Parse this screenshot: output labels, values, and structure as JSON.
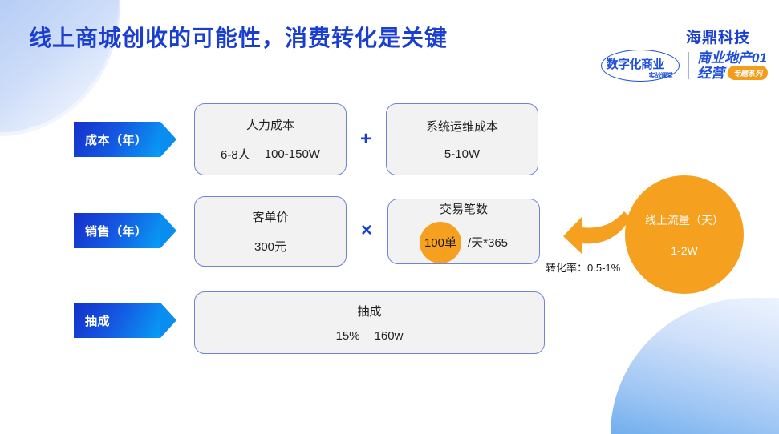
{
  "header": {
    "title": "线上商城创收的可能性，消费转化是关键",
    "brand": "海鼎科技",
    "logo": {
      "oval_main": "数字化商业",
      "oval_sub": "实战课堂",
      "right_line1": "商业地产01",
      "right_line2": "经营",
      "pill": "专题系列"
    }
  },
  "rows": [
    {
      "label": "成本（年）",
      "operator": "+",
      "boxes": [
        {
          "head": "人力成本",
          "values": [
            "6-8人",
            "100-150W"
          ]
        },
        {
          "head": "系统运维成本",
          "values": [
            "5-10W"
          ]
        }
      ]
    },
    {
      "label": "销售（年）",
      "operator": "×",
      "boxes": [
        {
          "head": "客单价",
          "values": [
            "300元"
          ]
        },
        {
          "head": "交易笔数",
          "badge": "100单",
          "values": [
            "/天*365"
          ]
        }
      ]
    },
    {
      "label": "抽成",
      "operator": "",
      "boxes": [
        {
          "head": "抽成",
          "values": [
            "15%",
            "160w"
          ]
        }
      ]
    }
  ],
  "traffic": {
    "title": "线上流量（天）",
    "value": "1-2W",
    "conversion": "转化率：0.5-1%"
  },
  "colors": {
    "brand_blue": "#1a3fd0",
    "accent_orange": "#f5a01e",
    "box_fill": "#f2f2f2",
    "box_border": "#6f83d8"
  }
}
